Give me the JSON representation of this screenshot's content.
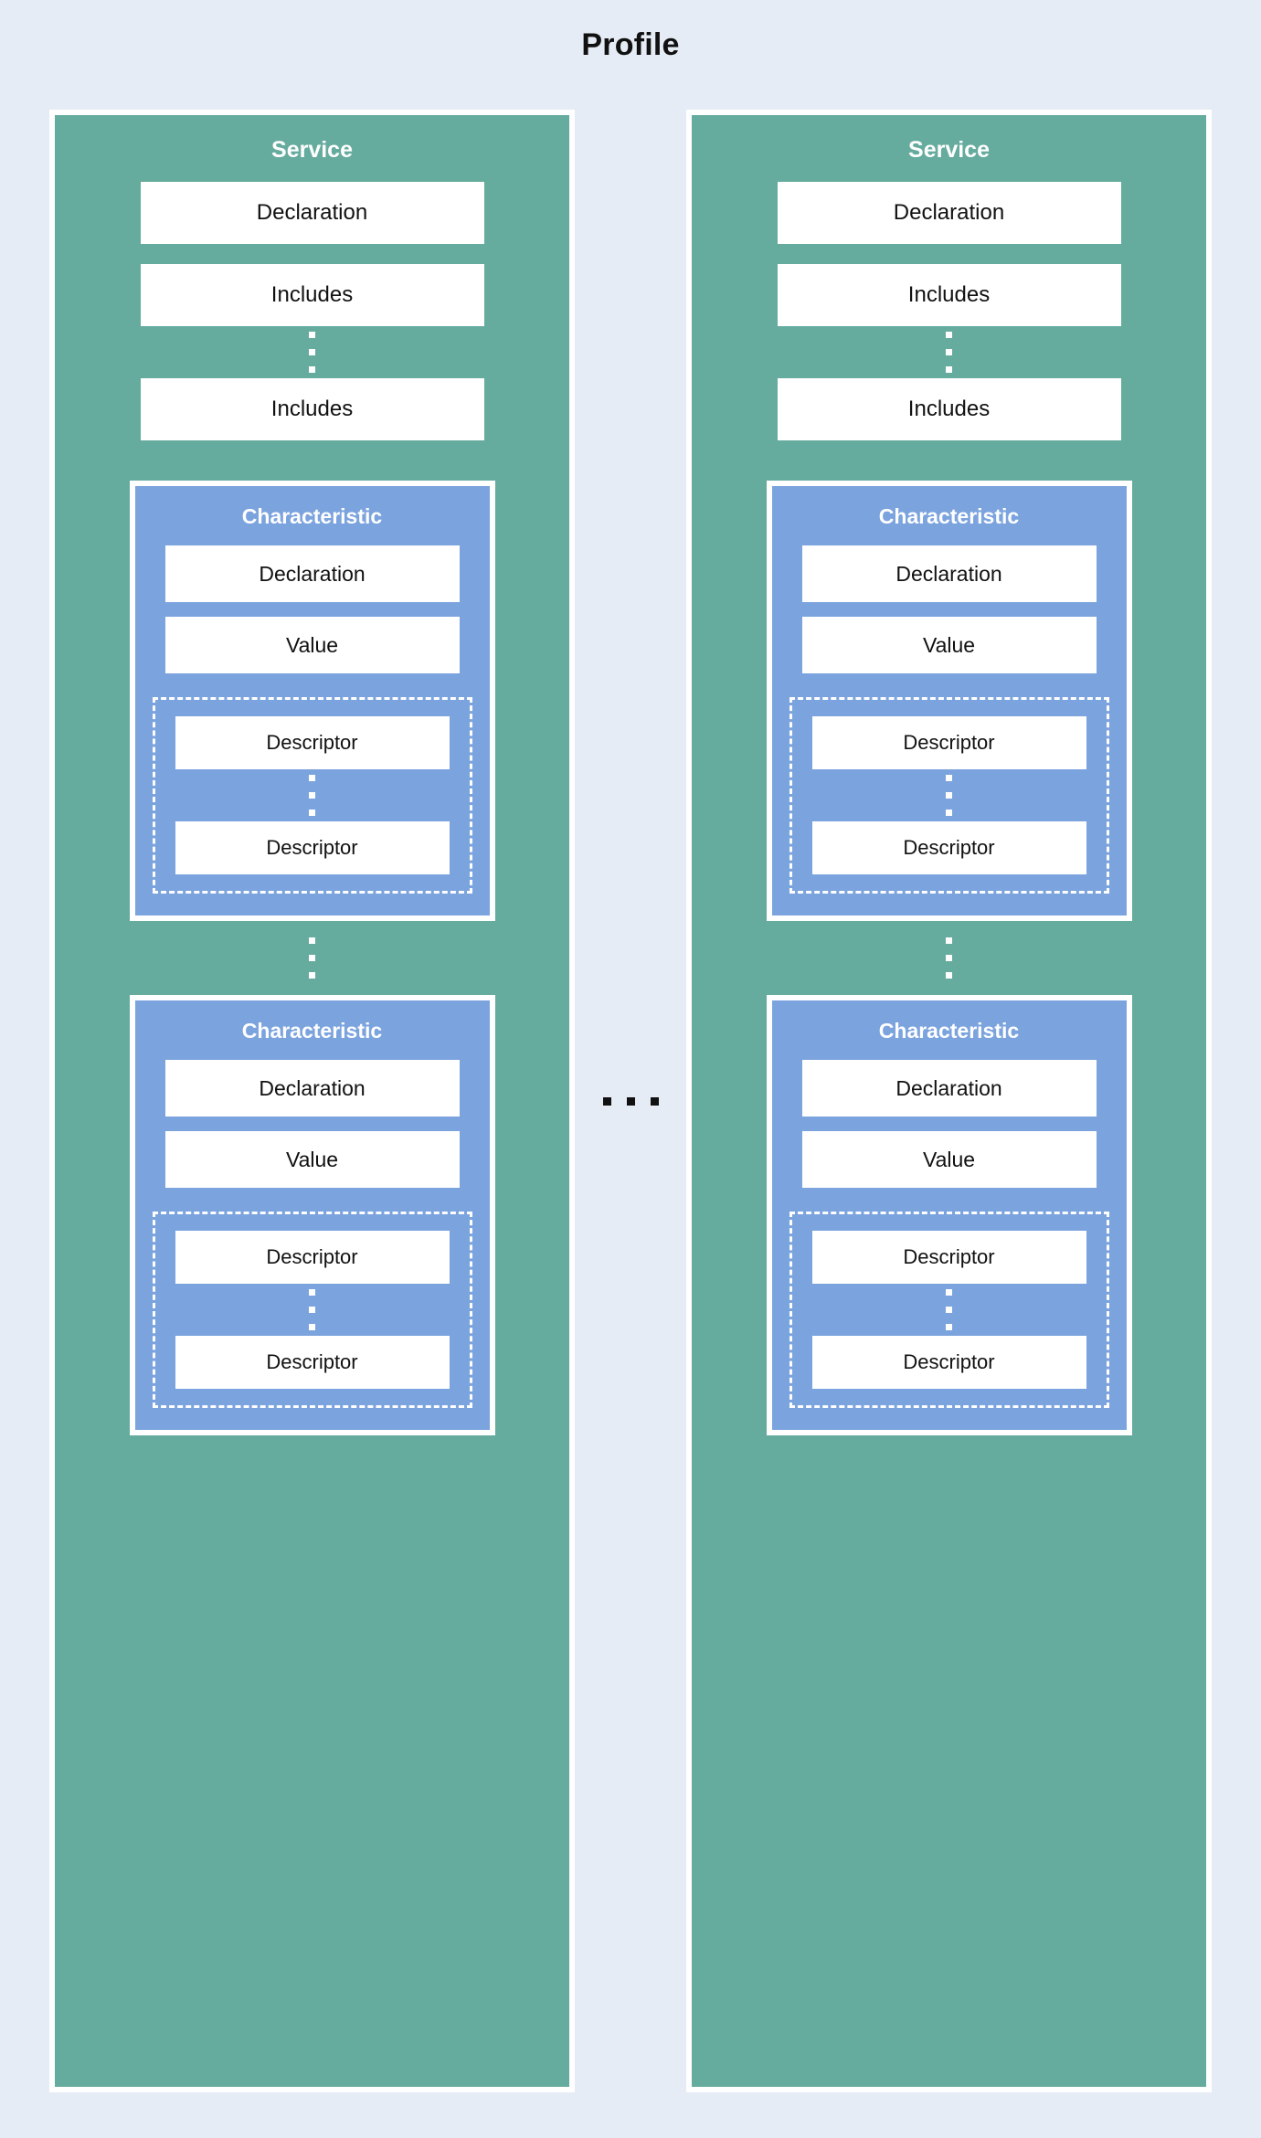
{
  "title": "Profile",
  "colors": {
    "background": "#e6ecf5",
    "service_fill": "#65ab9e",
    "characteristic_fill": "#7ba3de",
    "box_fill": "#ffffff",
    "border": "#ffffff",
    "text_dark": "#111111",
    "text_light": "#ffffff",
    "ellipsis_dark": "#111111"
  },
  "middle_ellipsis": {
    "name": "horizontal-ellipsis",
    "glyph": "...",
    "dot_count": 3
  },
  "services": [
    {
      "title": "Service",
      "declaration_label": "Declaration",
      "includes_first_label": "Includes",
      "includes_ellipsis": "⋮",
      "includes_last_label": "Includes",
      "characteristic_ellipsis": "⋮",
      "characteristics": [
        {
          "title": "Characteristic",
          "declaration_label": "Declaration",
          "value_label": "Value",
          "descriptors": {
            "first_label": "Descriptor",
            "ellipsis": "⋮",
            "last_label": "Descriptor"
          }
        },
        {
          "title": "Characteristic",
          "declaration_label": "Declaration",
          "value_label": "Value",
          "descriptors": {
            "first_label": "Descriptor",
            "ellipsis": "⋮",
            "last_label": "Descriptor"
          }
        }
      ]
    },
    {
      "title": "Service",
      "declaration_label": "Declaration",
      "includes_first_label": "Includes",
      "includes_ellipsis": "⋮",
      "includes_last_label": "Includes",
      "characteristic_ellipsis": "⋮",
      "characteristics": [
        {
          "title": "Characteristic",
          "declaration_label": "Declaration",
          "value_label": "Value",
          "descriptors": {
            "first_label": "Descriptor",
            "ellipsis": "⋮",
            "last_label": "Descriptor"
          }
        },
        {
          "title": "Characteristic",
          "declaration_label": "Declaration",
          "value_label": "Value",
          "descriptors": {
            "first_label": "Descriptor",
            "ellipsis": "⋮",
            "last_label": "Descriptor"
          }
        }
      ]
    }
  ]
}
